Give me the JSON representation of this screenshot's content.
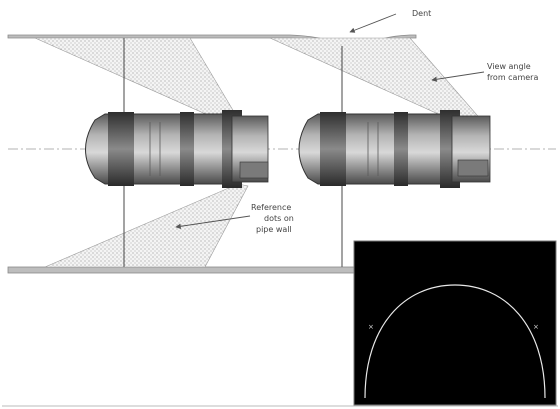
{
  "labels": {
    "dent": "Dent",
    "view_angle_line1": "View angle",
    "view_angle_line2": "from camera",
    "ref_line1": "Reference",
    "ref_line2": "dots on",
    "ref_line3": "pipe wall"
  },
  "inset": {
    "marker_left": "×",
    "marker_right": "×"
  },
  "colors": {
    "pipe_wall": "#a8a8a8",
    "camera_body": "#8c8c8c",
    "camera_dark": "#3a3a3a",
    "inset_background": "#000000",
    "inset_curve": "#e8e8e8"
  }
}
